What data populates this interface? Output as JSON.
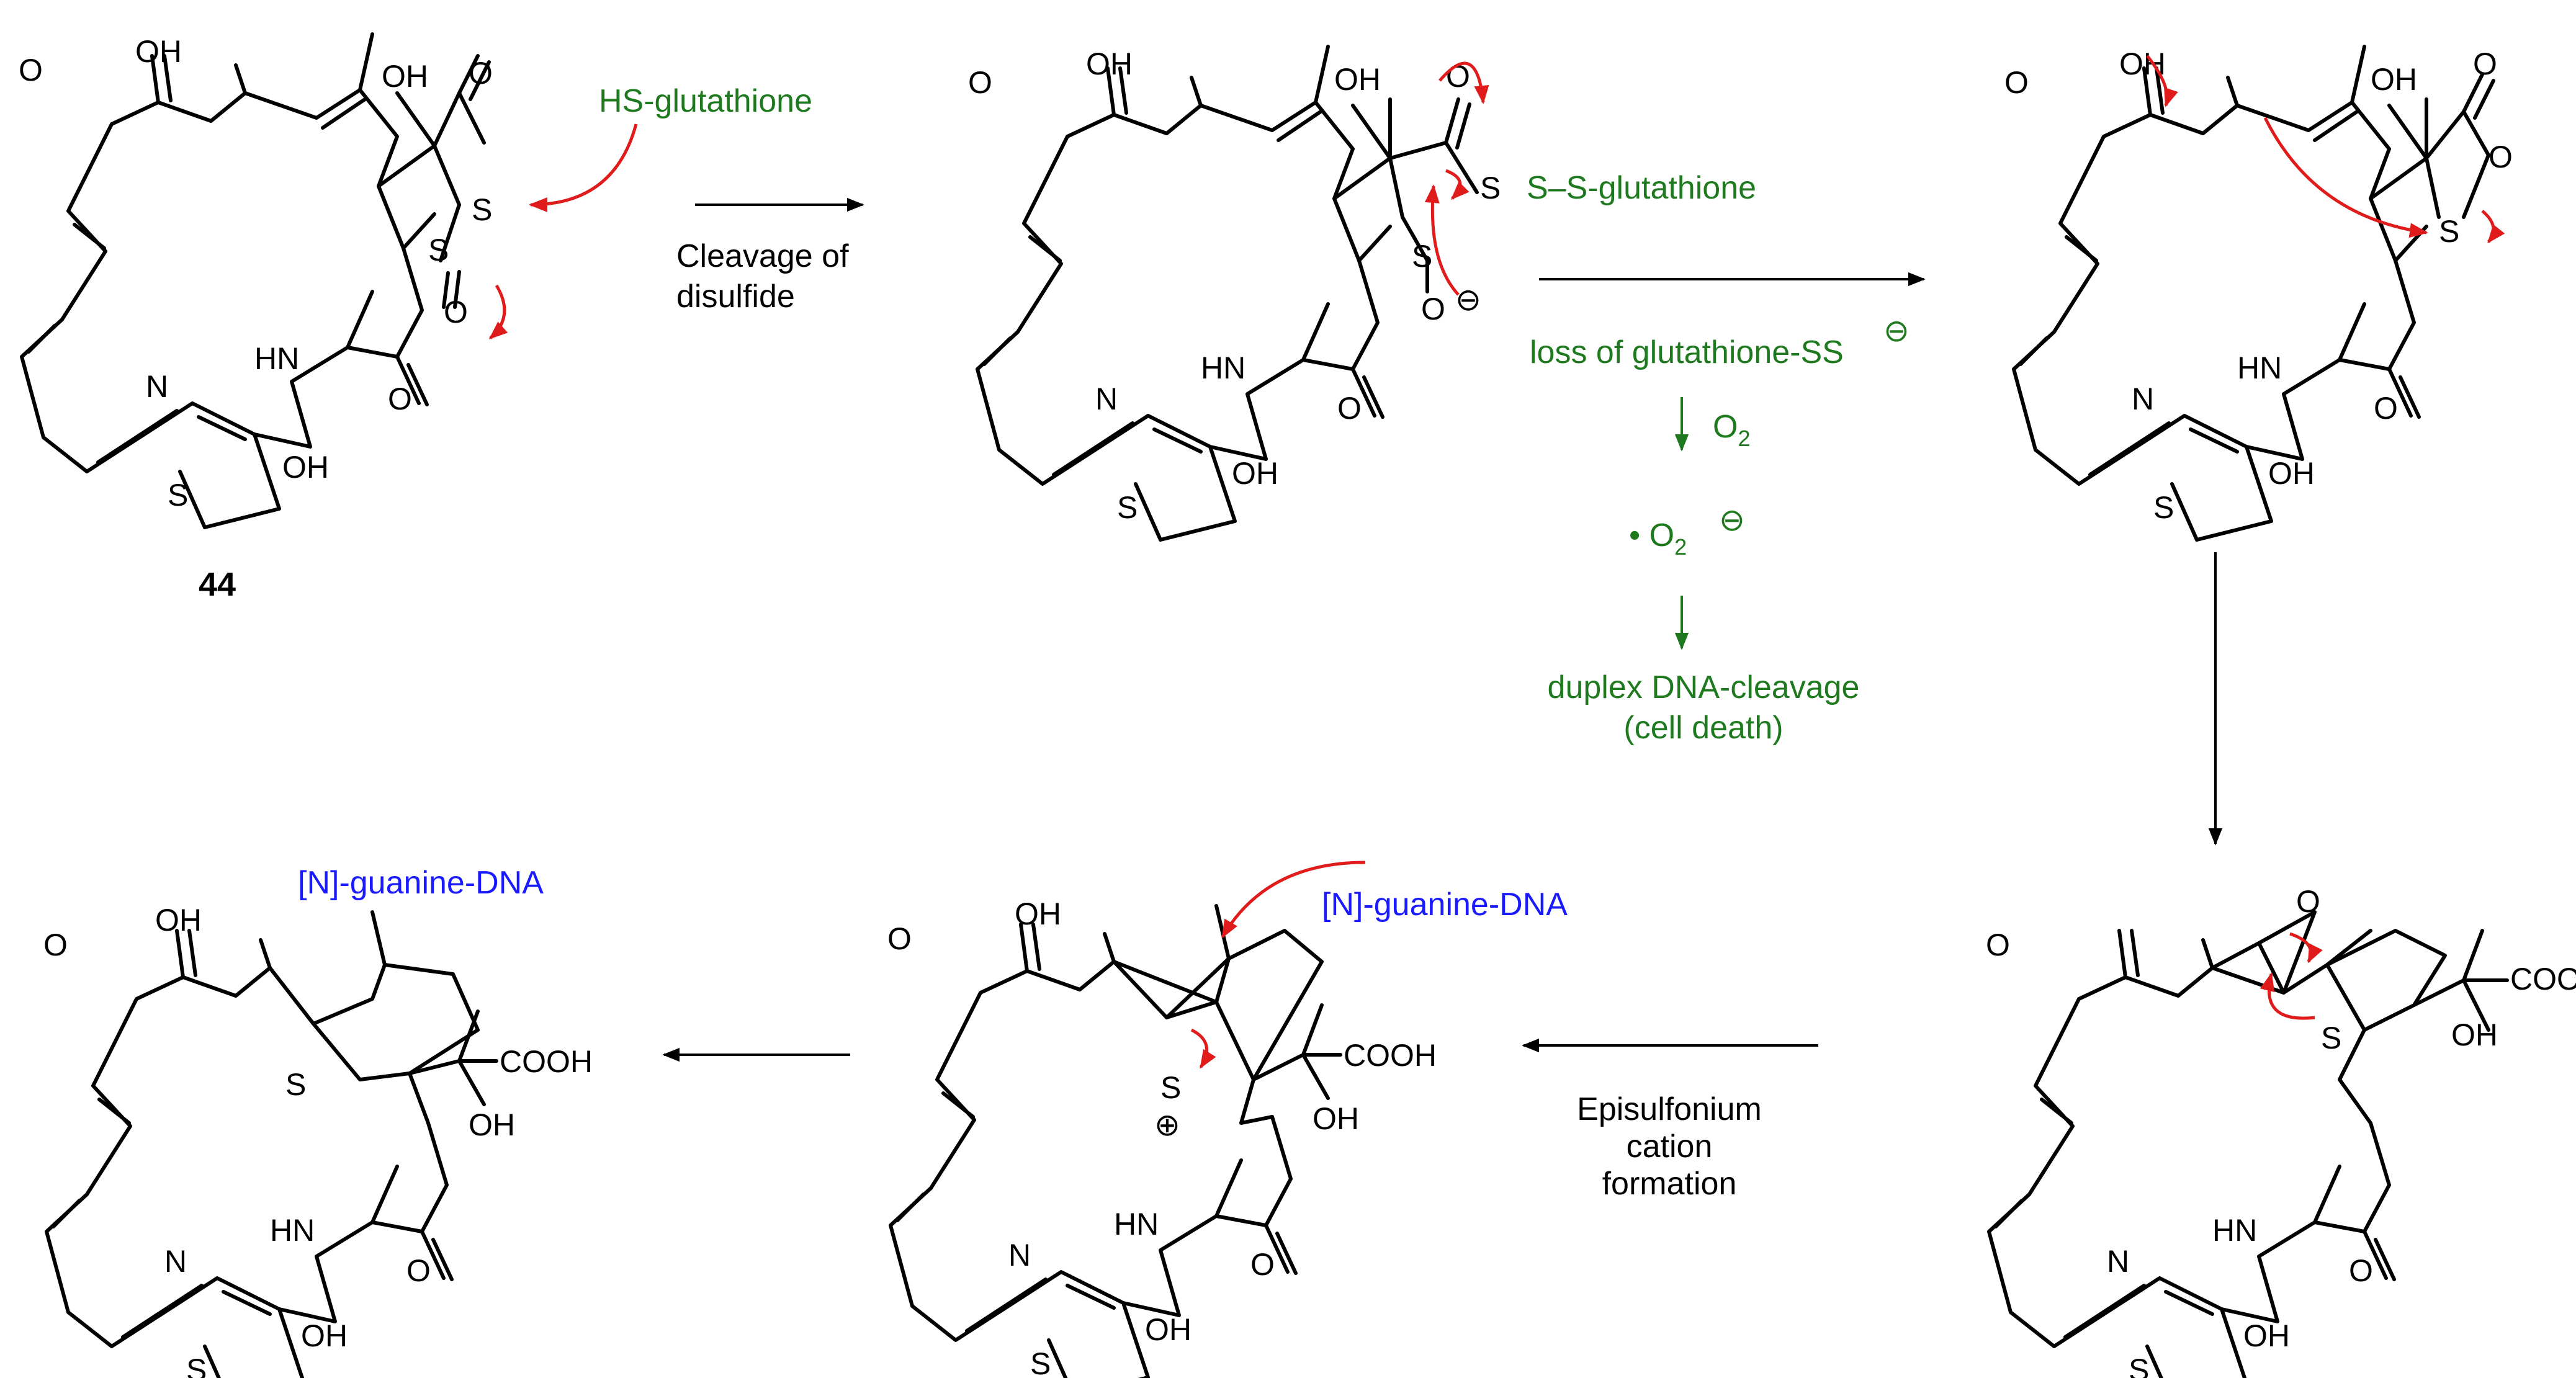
{
  "colors": {
    "reagent": "#1f7a1f",
    "dna": "#1a1aff",
    "arrow_push": "#e01b1b",
    "bonds": "#000000"
  },
  "compound_label": "44",
  "atoms": {
    "carbonyl_o": "O",
    "hydroxyl": "OH",
    "sulfur": "S",
    "oxygen": "O",
    "amide_nh": "HN",
    "ring_n": "N",
    "acid": "COOH",
    "oxide": "O"
  },
  "reagents": {
    "thiol": "HS-glutathione",
    "mixed_disulfide": "S–S-glutathione",
    "dna_nucleophile": "[N]-guanine-DNA"
  },
  "steps": {
    "step1_line1": "Cleavage of",
    "step1_line2": "disulfide",
    "step2": "loss of glutathione-SS",
    "o2": "O",
    "o2_sub": "2",
    "superoxide_prefix": "• O",
    "dna_cleavage_line1": "duplex DNA-cleavage",
    "dna_cleavage_line2": "(cell death)",
    "step4_line1": "Episulfonium",
    "step4_line2": "cation",
    "step4_line3": "formation"
  },
  "charges": {
    "minus": "⊖",
    "plus": "⊕"
  }
}
